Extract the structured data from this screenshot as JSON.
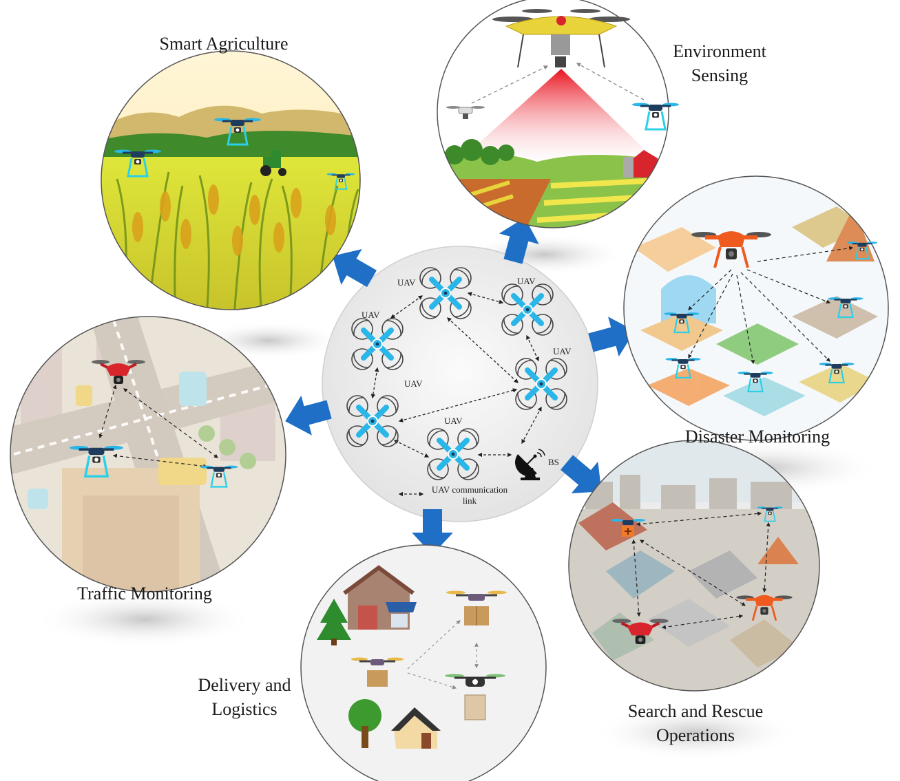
{
  "labels": {
    "smart_agriculture": "Smart Agriculture",
    "environment_line1": "Environment",
    "environment_line2": "Sensing",
    "disaster_monitoring": "Disaster Monitoring",
    "search_line1": "Search and Rescue",
    "search_line2": "Operations",
    "delivery_line1": "Delivery and",
    "delivery_line2": "Logistics",
    "traffic_monitoring": "Traffic Monitoring"
  },
  "center": {
    "uav_label": "UAV",
    "bs_label": "BS",
    "legend_line1": "UAV communication",
    "legend_line2": "link"
  },
  "colors": {
    "arrow": "#1f6fc6",
    "drone": "#29b6e8",
    "drone_dark": "#1d3c5e",
    "accent_red": "#d8242c",
    "accent_orange": "#ef5a1f",
    "field_yellow": "#e8d33a"
  },
  "icons": [
    "quadcopter-icon",
    "satellite-dish-icon",
    "tractor-icon",
    "barn-icon",
    "house-icon",
    "tree-icon",
    "package-icon"
  ]
}
